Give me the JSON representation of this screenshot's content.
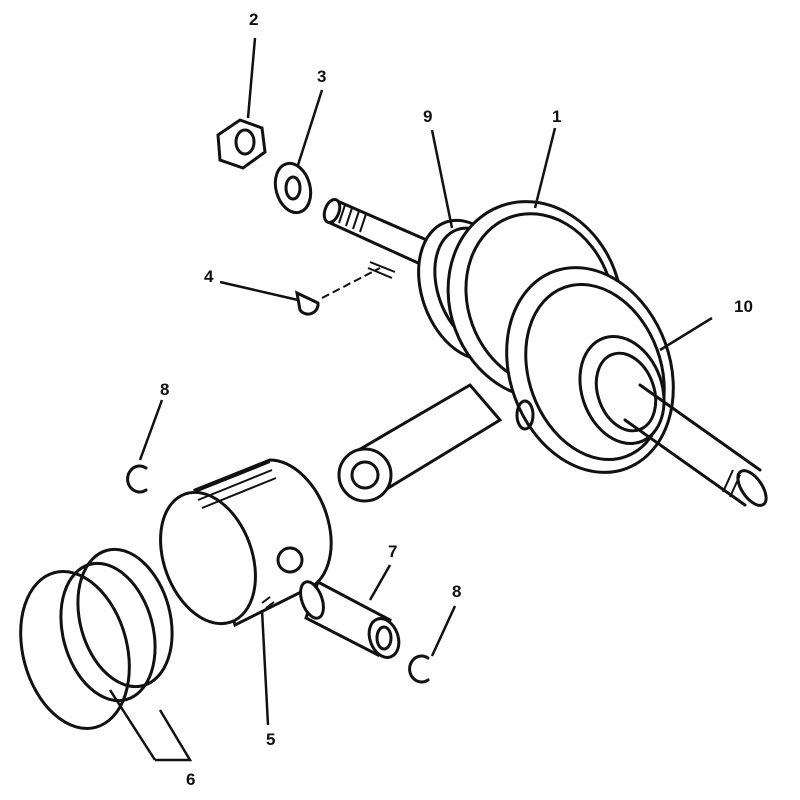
{
  "callouts": {
    "crankshaft": "1",
    "nut": "2",
    "washer": "3",
    "key": "4",
    "piston": "5",
    "piston_rings": "6",
    "piston_pin": "7",
    "circlip_left": "8",
    "circlip_right": "8",
    "bearing_left": "9",
    "bearing_right": "10"
  }
}
